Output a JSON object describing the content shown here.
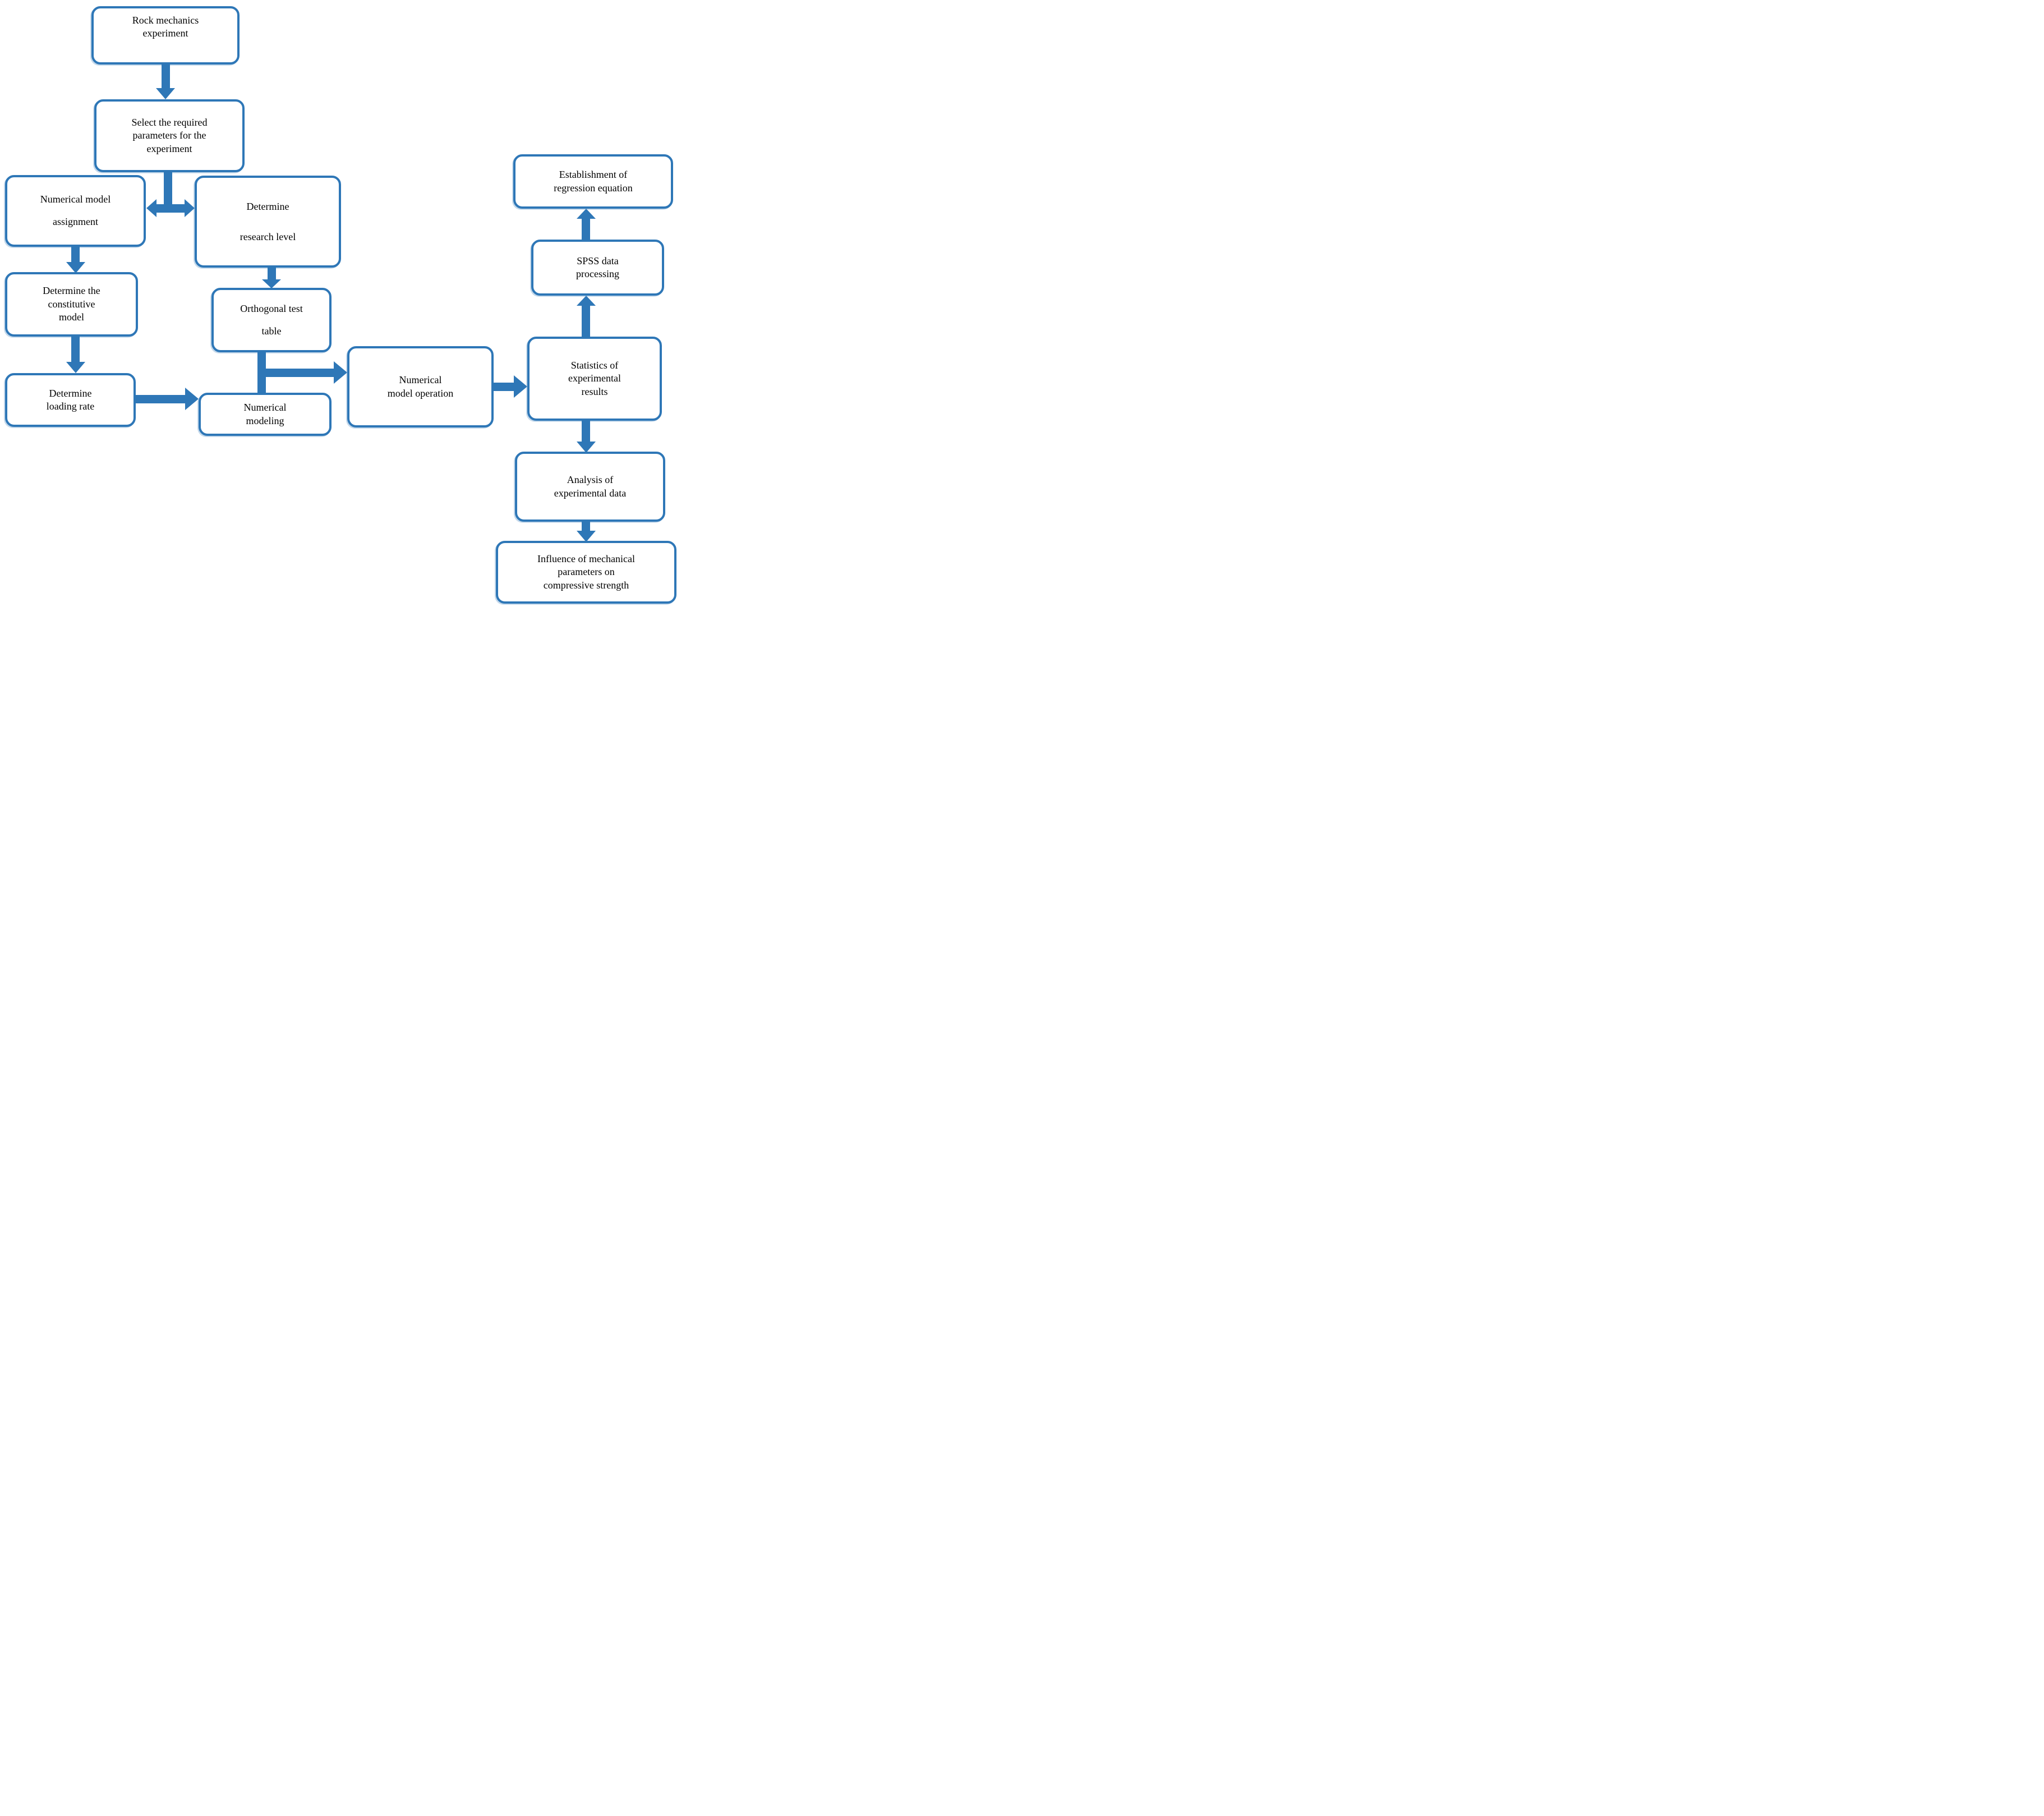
{
  "figure": {
    "type": "flowchart",
    "description": "Flowchart of numerical orthogonal experiment workflow for rock mechanics"
  },
  "colors": {
    "accent": "#2e77b7",
    "box_fill": "#ffffff",
    "text": "#000000"
  },
  "nodes": [
    {
      "id": "rock-mechanics-experiment",
      "label": [
        "Rock mechanics",
        "experiment"
      ]
    },
    {
      "id": "select-required-parameters",
      "label": [
        "Select the required",
        "parameters for the",
        "experiment"
      ]
    },
    {
      "id": "numerical-model-assignment",
      "label": [
        "Numerical model",
        "assignment"
      ]
    },
    {
      "id": "determine-research-level",
      "label": [
        "Determine",
        "research level"
      ]
    },
    {
      "id": "determine-constitutive-model",
      "label": [
        "Determine the",
        "constitutive",
        "model"
      ]
    },
    {
      "id": "orthogonal-test-table",
      "label": [
        "Orthogonal test",
        "table"
      ]
    },
    {
      "id": "determine-loading-rate",
      "label": [
        "Determine",
        "loading rate"
      ]
    },
    {
      "id": "numerical-modeling",
      "label": [
        "Numerical",
        "modeling"
      ]
    },
    {
      "id": "numerical-model-operation",
      "label": [
        "Numerical",
        "model operation"
      ]
    },
    {
      "id": "statistics-of-experimental-results",
      "label": [
        "Statistics of",
        "experimental",
        "results"
      ]
    },
    {
      "id": "spss-data-processing",
      "label": [
        "SPSS data",
        "processing"
      ]
    },
    {
      "id": "establishment-of-regression-equation",
      "label": [
        "Establishment of",
        "regression equation"
      ]
    },
    {
      "id": "analysis-of-experimental-data",
      "label": [
        "Analysis of",
        "experimental data"
      ]
    },
    {
      "id": "influence-of-mechanical-parameters",
      "label": [
        "Influence of mechanical",
        "parameters on",
        "compressive strength"
      ]
    }
  ],
  "edges": [
    {
      "from": "rock-mechanics-experiment",
      "to": "select-required-parameters",
      "direction": "down"
    },
    {
      "from": "select-required-parameters",
      "to": "numerical-model-assignment",
      "direction": "left"
    },
    {
      "from": "select-required-parameters",
      "to": "determine-research-level",
      "direction": "right"
    },
    {
      "from": "numerical-model-assignment",
      "to": "determine-constitutive-model",
      "direction": "down"
    },
    {
      "from": "determine-constitutive-model",
      "to": "determine-loading-rate",
      "direction": "down"
    },
    {
      "from": "determine-loading-rate",
      "to": "numerical-modeling",
      "direction": "right"
    },
    {
      "from": "determine-research-level",
      "to": "orthogonal-test-table",
      "direction": "down"
    },
    {
      "from": "orthogonal-test-table",
      "to": "numerical-modeling",
      "direction": "down"
    },
    {
      "from": "orthogonal-test-table",
      "to": "numerical-model-operation",
      "direction": "right"
    },
    {
      "from": "numerical-model-operation",
      "to": "statistics-of-experimental-results",
      "direction": "right"
    },
    {
      "from": "statistics-of-experimental-results",
      "to": "spss-data-processing",
      "direction": "up"
    },
    {
      "from": "spss-data-processing",
      "to": "establishment-of-regression-equation",
      "direction": "up"
    },
    {
      "from": "statistics-of-experimental-results",
      "to": "analysis-of-experimental-data",
      "direction": "down"
    },
    {
      "from": "analysis-of-experimental-data",
      "to": "influence-of-mechanical-parameters",
      "direction": "down"
    }
  ]
}
